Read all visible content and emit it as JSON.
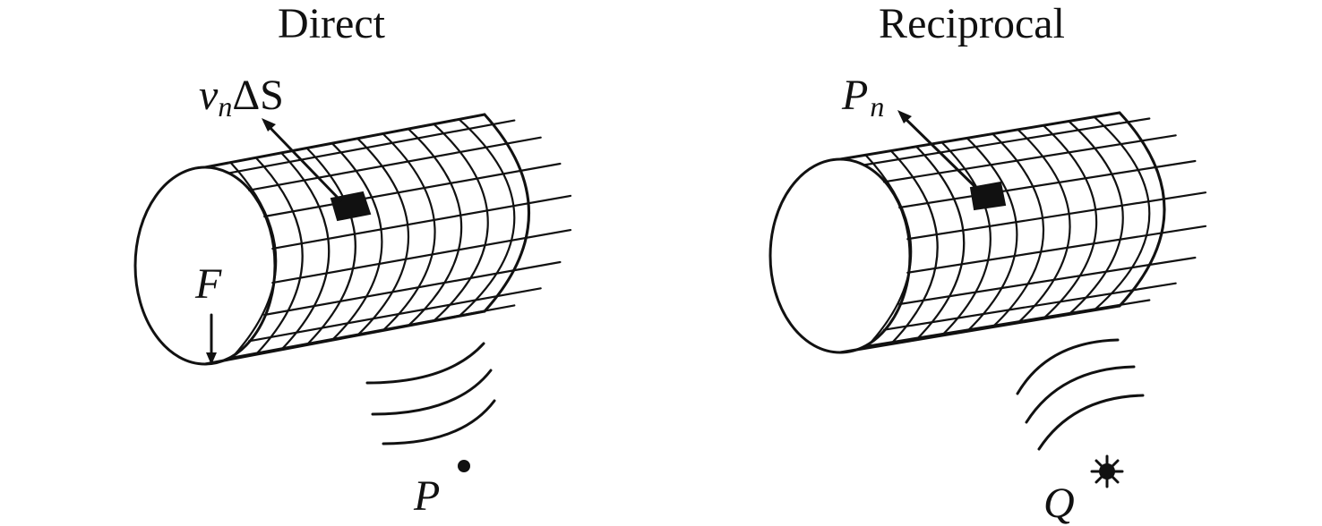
{
  "panels": {
    "direct": {
      "title": "Direct",
      "element_label": {
        "symbol": "v",
        "subscript": "n",
        "suffix": "ΔS"
      },
      "face_label": "F",
      "point_label": "P"
    },
    "reciprocal": {
      "title": "Reciprocal",
      "element_label": {
        "symbol": "P",
        "subscript": "n"
      },
      "source_label": "Q"
    }
  },
  "colors": {
    "ink": "#111111",
    "background": "#ffffff"
  },
  "icons": {
    "direct_point": "dot-icon",
    "reciprocal_source": "star-source-icon",
    "waves": "sound-wave-arcs"
  }
}
